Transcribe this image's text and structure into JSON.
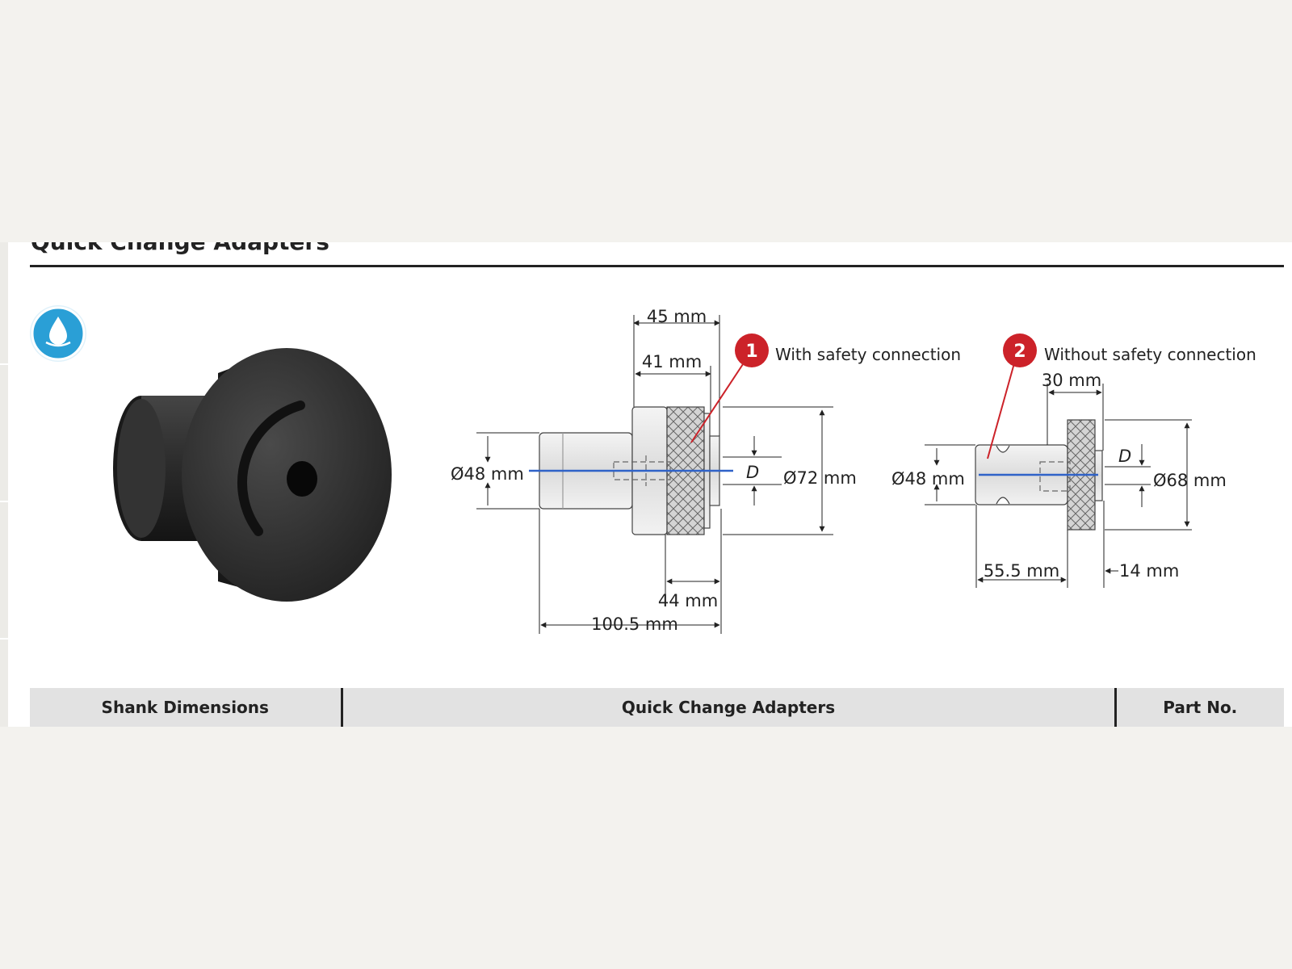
{
  "section": {
    "title": "Quick Change Adapters"
  },
  "icons": {
    "coolant": "water-drop-icon",
    "badge_color": "#cc2229",
    "accent": "#2a9fd6"
  },
  "drawing": {
    "with_safety": {
      "callout_number": "1",
      "label": "With safety connection",
      "dims": {
        "length_45": "45 mm",
        "length_41": "41 mm",
        "shank_dia": "Ø48 mm",
        "dia_d": "D",
        "flange_dia": "Ø72 mm",
        "length_44": "44 mm",
        "total_length": "100.5 mm"
      }
    },
    "without_safety": {
      "callout_number": "2",
      "label": "Without safety connection",
      "dims": {
        "length_30": "30 mm",
        "shank_dia": "Ø48 mm",
        "dia_d": "D",
        "flange_dia": "Ø68 mm",
        "length_55": "55.5 mm",
        "length_14": "14 mm"
      }
    }
  },
  "table": {
    "headers": [
      "Shank Dimensions",
      "Quick Change Adapters",
      "Part No."
    ]
  }
}
